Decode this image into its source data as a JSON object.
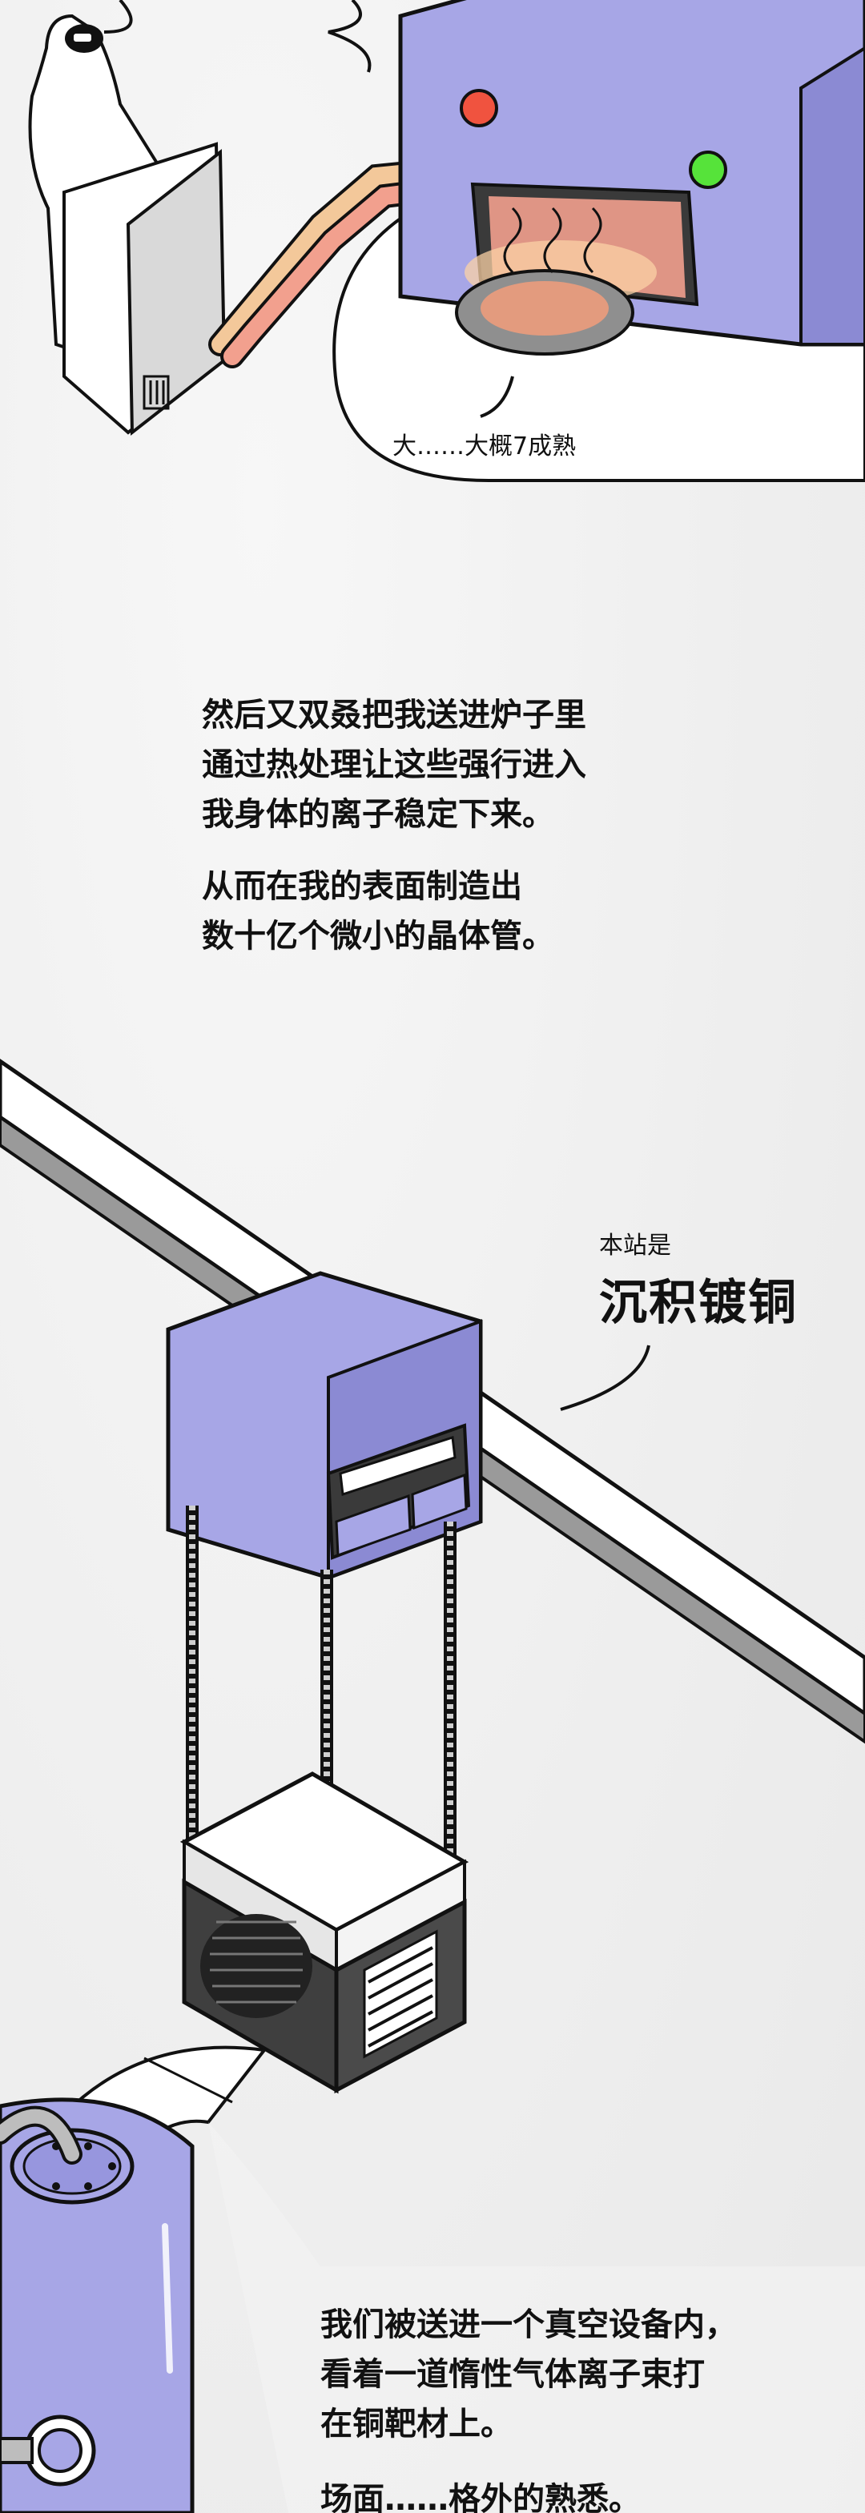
{
  "panel1": {
    "speech": "大……大概7成熟"
  },
  "narration1": {
    "line1": "然后又双叒把我送进炉子里\n通过热处理让这些强行进入\n我身体的离子稳定下来。",
    "line2": "从而在我的表面制造出\n数十亿个微小的晶体管。"
  },
  "panel2": {
    "station_prefix": "本站是",
    "station_name": "沉积镀铜"
  },
  "narration2": {
    "line1": "我们被送进一个真空设备内，\n看着一道惰性气体离子束打\n在铜靶材上。",
    "line2": "场面……格外的熟悉。"
  },
  "colors": {
    "machine_purple": "#a7a6e6",
    "machine_dark": "#3f3f3f",
    "indicator_red": "#f0533f",
    "indicator_green": "#56e33a"
  }
}
